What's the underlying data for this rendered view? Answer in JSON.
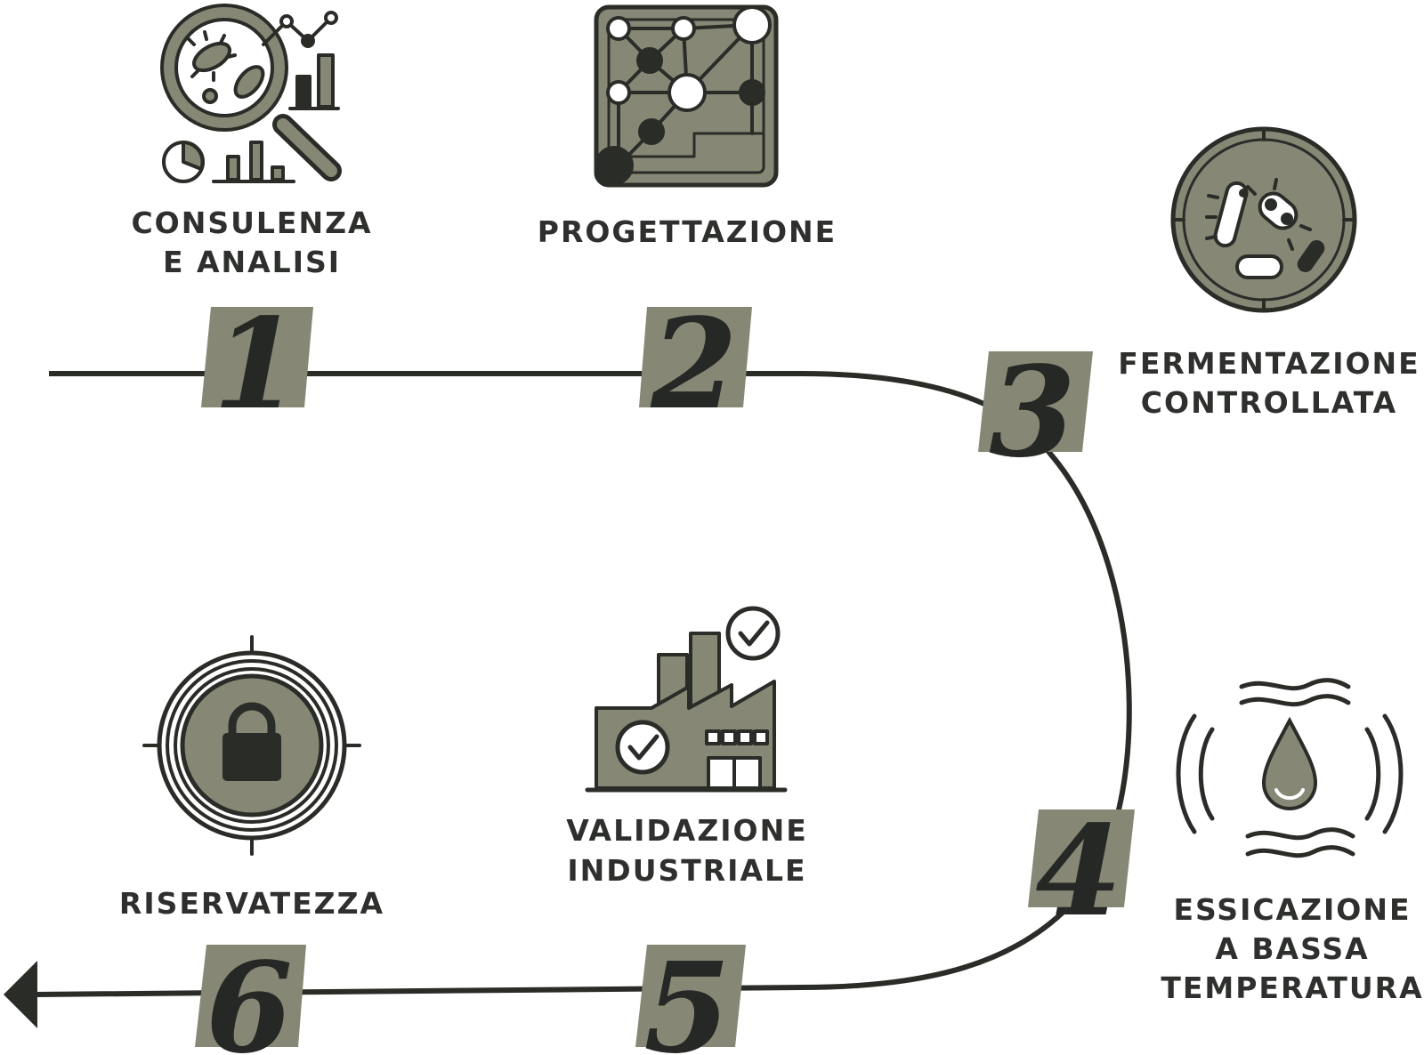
{
  "colors": {
    "ink": "#2a2c28",
    "fill": "#878775",
    "badge": "#878775",
    "text": "#2e302d"
  },
  "steps": [
    {
      "number": "1",
      "label_line1": "CONSULENZA",
      "label_line2": "E ANALISI",
      "icon": "magnifier-bacteria-analytics-icon"
    },
    {
      "number": "2",
      "label_line1": "PROGETTAZIONE",
      "label_line2": "",
      "icon": "network-blueprint-icon"
    },
    {
      "number": "3",
      "label_line1": "FERMENTAZIONE",
      "label_line2": "CONTROLLATA",
      "icon": "petri-dish-bacteria-icon"
    },
    {
      "number": "4",
      "label_line1": "ESSICAZIONE",
      "label_line2": "A BASSA",
      "label_line3": "TEMPERATURA",
      "icon": "water-drop-waves-icon"
    },
    {
      "number": "5",
      "label_line1": "VALIDAZIONE",
      "label_line2": "INDUSTRIALE",
      "icon": "factory-checkmark-icon"
    },
    {
      "number": "6",
      "label_line1": "RISERVATEZZA",
      "label_line2": "",
      "icon": "padlock-target-icon"
    }
  ]
}
